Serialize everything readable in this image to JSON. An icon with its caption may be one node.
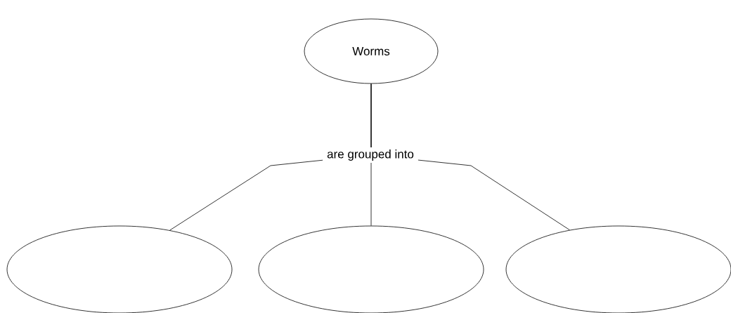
{
  "diagram": {
    "nodes": [
      {
        "text": [
          "Worms"
        ]
      },
      {
        "text": [],
        "shape": "ellipse"
      },
      {
        "text": [],
        "shape": "ellipse"
      },
      {
        "text": [],
        "shape": "ellipse"
      }
    ],
    "edges": [
      {
        "from": 0,
        "to": 1,
        "arrow": "none"
      },
      {
        "from": 0,
        "to": 2,
        "arrow": "none",
        "label": "are grouped into"
      },
      {
        "from": 0,
        "to": 3,
        "arrow": "none"
      }
    ]
  }
}
